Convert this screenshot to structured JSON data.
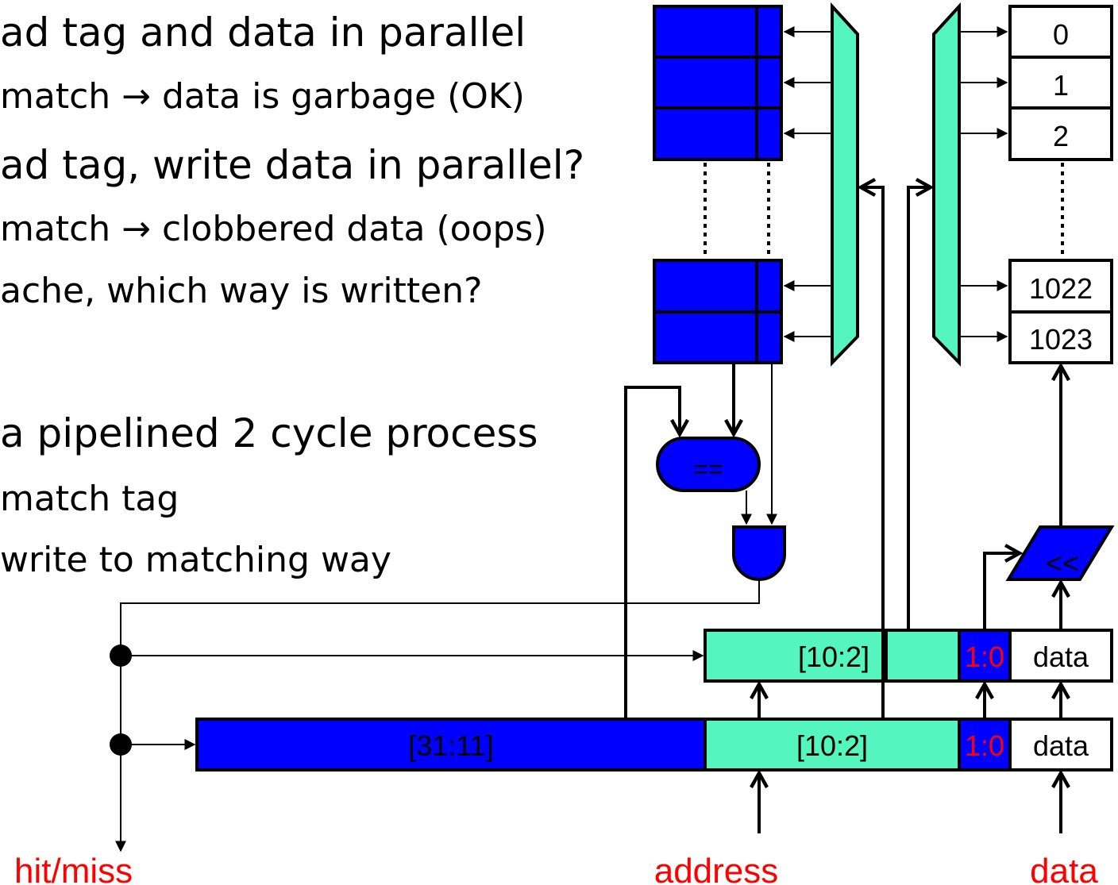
{
  "bullets": [
    "ad tag and data in parallel",
    "match → data is garbage (OK)",
    "ad tag, write data in parallel?",
    "match → clobbered data (oops)",
    "ache, which way is written?",
    " a pipelined 2 cycle process",
    "match tag",
    "write to matching way"
  ],
  "data_array": {
    "rows": [
      "0",
      "1",
      "2",
      "1022",
      "1023"
    ]
  },
  "comparator": {
    "label": "=="
  },
  "shifter": {
    "label": "<<"
  },
  "store_buffer": {
    "index": "[10:2]",
    "offset": "1:0",
    "data": "data"
  },
  "address_reg": {
    "tag": "[31:11]",
    "index": "[10:2]",
    "offset": "1:0",
    "data": "data"
  },
  "signals": {
    "hit_miss": "hit/miss",
    "address": "address",
    "data": "data"
  },
  "colors": {
    "tag_blue": "#0000ff",
    "mint": "#55f5c0",
    "signal_red": "#ff0000"
  }
}
